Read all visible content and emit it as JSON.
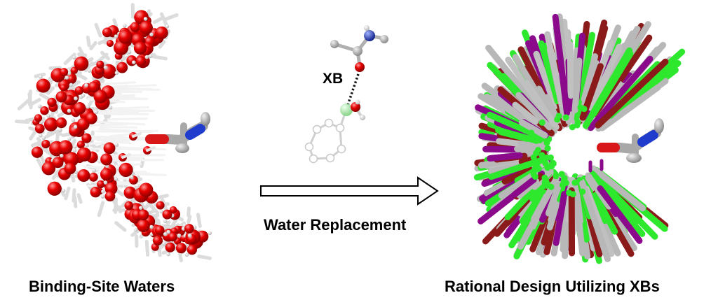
{
  "labels": {
    "left_caption": "Binding-Site Waters",
    "middle_caption": "Water Replacement",
    "right_caption": "Rational Design Utilizing XBs",
    "xb": "XB"
  },
  "colors": {
    "oxygen": "#e00000",
    "hydrogen": "#e8e8e8",
    "carbon_gray": "#b5b5b5",
    "nitrogen": "#1f3ccc",
    "halogen_green": "#2ee82e",
    "iodine_purple": "#8b0a8b",
    "bromine_darkred": "#8b1a1a",
    "ghost_ring": "#d8d8d8"
  }
}
